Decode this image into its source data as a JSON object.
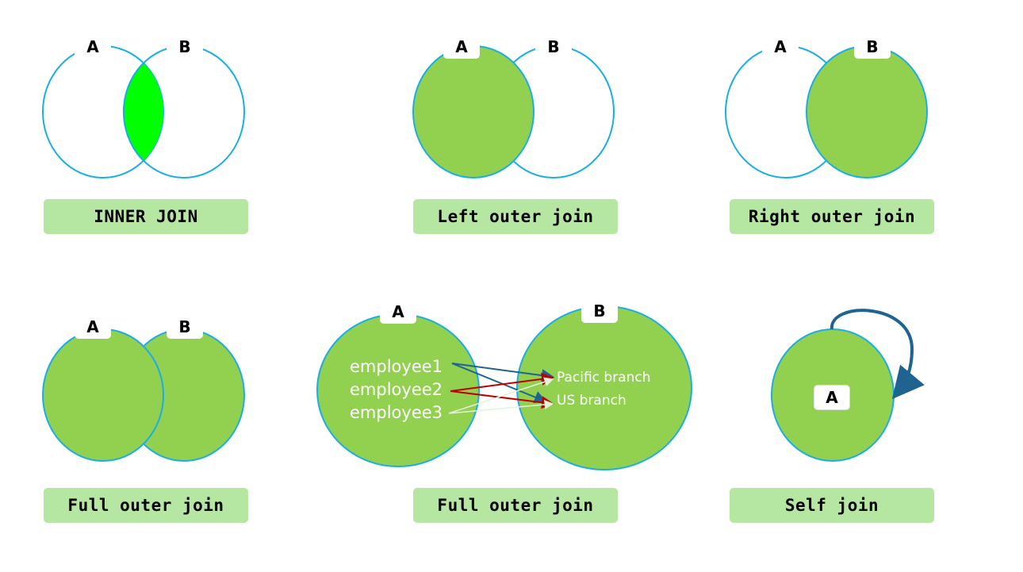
{
  "colors": {
    "circle_outline": "#1aaee5",
    "fill_green": "#92d050",
    "intersection_green": "#00ff00",
    "caption_bg": "#b5e6a2",
    "arrow_blue": "#1f6391",
    "arrow_red": "#c00000",
    "arrow_light": "#e2f4d8"
  },
  "panels": [
    {
      "caption": "INNER JOIN",
      "set_a": "A",
      "set_b": "B",
      "highlight": "intersection"
    },
    {
      "caption": "Left outer join",
      "set_a": "A",
      "set_b": "B",
      "highlight": "left"
    },
    {
      "caption": "Right outer join",
      "set_a": "A",
      "set_b": "B",
      "highlight": "right"
    },
    {
      "caption": "Full outer join",
      "set_a": "A",
      "set_b": "B",
      "highlight": "both"
    },
    {
      "caption": "Full outer join",
      "set_a": "A",
      "set_b": "B",
      "employees": [
        "employee1",
        "employee2",
        "employee3"
      ],
      "branches": [
        "Pacific branch",
        "US branch"
      ]
    },
    {
      "caption": "Self join",
      "set_a": "A"
    }
  ]
}
